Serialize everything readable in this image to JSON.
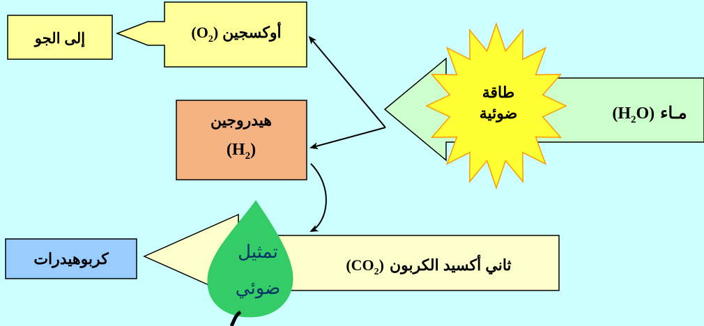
{
  "colors": {
    "background": "#ccffff",
    "yellow_box": "#ffff99",
    "pale_yellow_arrow": "#ffffcc",
    "green_arrow": "#ccffcc",
    "orange_box": "#f5b383",
    "blue_box": "#99ccff",
    "star_fill": "#ffff33",
    "star_stroke": "#ff9900",
    "leaf_fill": "#33cc66"
  },
  "labels": {
    "atmosphere": "إلى الجو",
    "oxygen": "أوكسجين",
    "oxygen_formula": "(O",
    "oxygen_sub": "2",
    "oxygen_close": ")",
    "hydrogen": "هيدروجين",
    "hydrogen_formula": "(H",
    "hydrogen_sub": "2",
    "hydrogen_close": ")",
    "light_line1": "طاقة",
    "light_line2": "ضوئية",
    "water": "مـاء",
    "water_formula_open": "(H",
    "water_sub": "2",
    "water_formula_close": "O)",
    "co2": "ثاني أكسيد الكربون",
    "co2_formula": "(CO",
    "co2_sub": "2",
    "co2_close": ")",
    "carbohydrates": "كربوهيدرات",
    "photosynthesis_line1": "تمثيل",
    "photosynthesis_line2": "ضوئي"
  }
}
